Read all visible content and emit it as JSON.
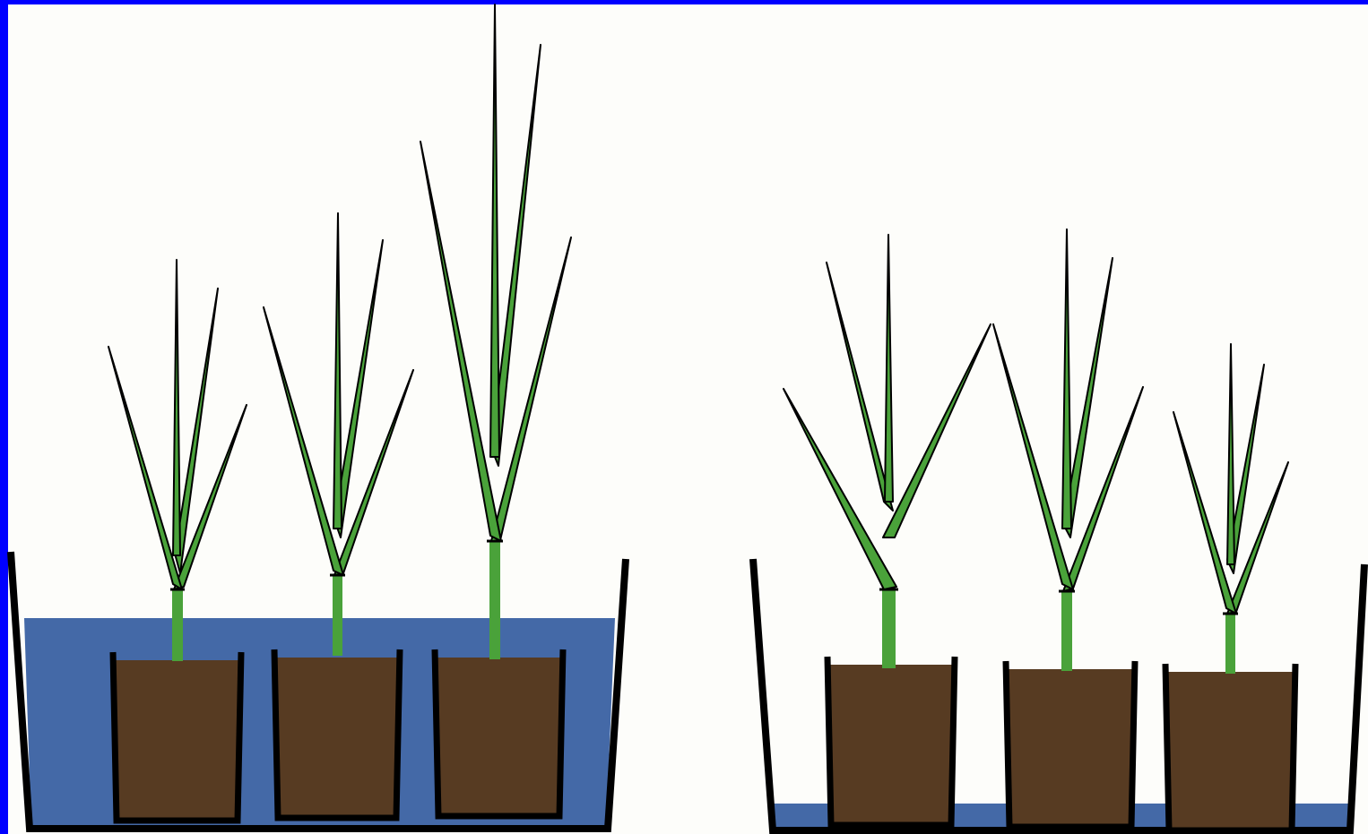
{
  "diagram": {
    "colors": {
      "frame": "#0000ff",
      "background": "#fdfdfa",
      "water": "#4469a7",
      "soil": "#573b22",
      "leaf": "#4aa23a",
      "outline": "#000000"
    },
    "tubs": [
      {
        "id": "left-tub",
        "water_level": "deep",
        "pots": [
          {
            "id": "left-pot-1",
            "plant_height_rank": 1
          },
          {
            "id": "left-pot-2",
            "plant_height_rank": 2
          },
          {
            "id": "left-pot-3",
            "plant_height_rank": 3
          }
        ]
      },
      {
        "id": "right-tub",
        "water_level": "shallow",
        "pots": [
          {
            "id": "right-pot-1",
            "plant_height_rank": 3
          },
          {
            "id": "right-pot-2",
            "plant_height_rank": 2
          },
          {
            "id": "right-pot-3",
            "plant_height_rank": 1
          }
        ]
      }
    ]
  }
}
